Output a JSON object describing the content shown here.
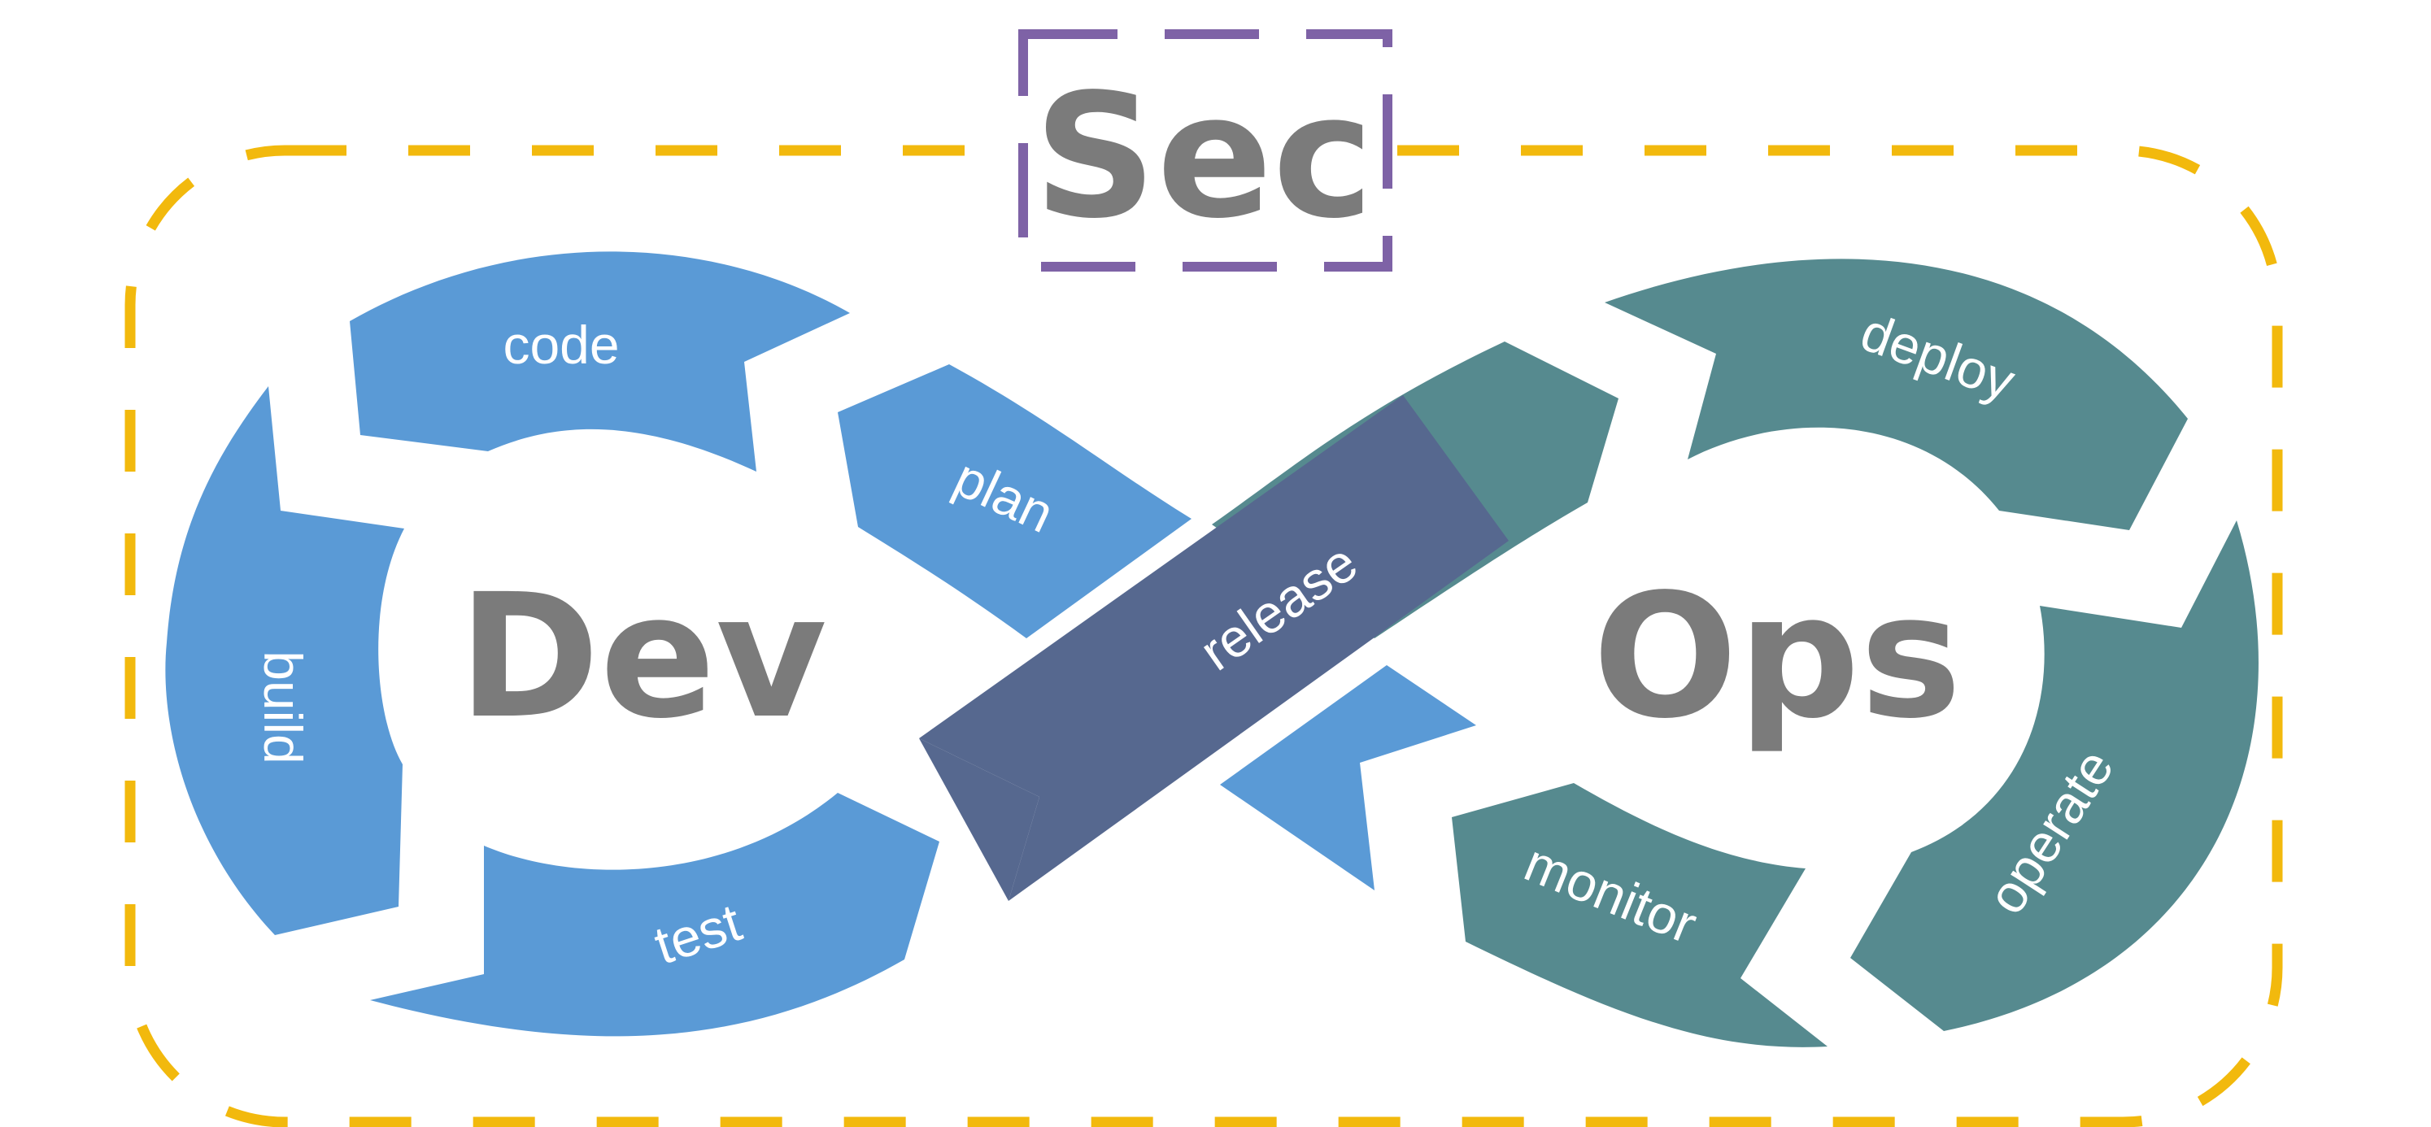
{
  "header": {
    "sec_label": "Sec"
  },
  "loop": {
    "dev_label": "Dev",
    "ops_label": "Ops",
    "stages": {
      "code": "code",
      "plan": "plan",
      "build": "build",
      "test": "test",
      "release": "release",
      "deploy": "deploy",
      "operate": "operate",
      "monitor": "monitor"
    }
  },
  "colors": {
    "dev": "#5a9ad6",
    "ops": "#568a8f",
    "release": "#56688f",
    "sec_border": "#7e62a6",
    "outer_border": "#f2b90d",
    "title_text": "#7b7b7b"
  }
}
